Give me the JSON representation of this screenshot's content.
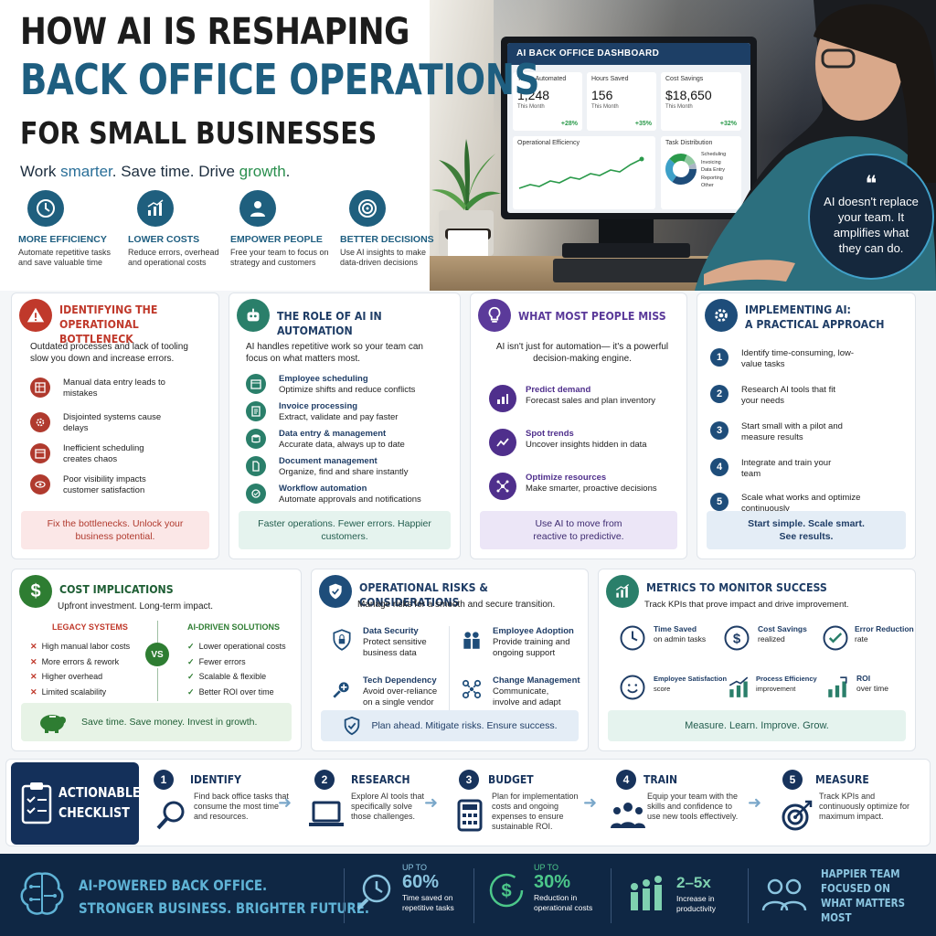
{
  "hero": {
    "title_line1": "HOW AI IS RESHAPING",
    "title_line2": "BACK OFFICE OPERATIONS",
    "title_line3": "FOR SMALL BUSINESSES",
    "tagline_a": "Work ",
    "tagline_b": "smarter",
    "tagline_c": ". Save time. Drive ",
    "tagline_d": "growth",
    "tagline_e": ".",
    "quote": "AI doesn't replace your team. It amplifies what they can do.",
    "benefits": [
      {
        "title": "MORE EFFICIENCY",
        "desc": "Automate repetitive tasks and save valuable time",
        "icon": "clock-icon"
      },
      {
        "title": "LOWER COSTS",
        "desc": "Reduce errors, overhead and operational costs",
        "icon": "chart-up-icon"
      },
      {
        "title": "EMPOWER PEOPLE",
        "desc": "Free your team to focus on strategy and customers",
        "icon": "person-icon"
      },
      {
        "title": "BETTER DECISIONS",
        "desc": "Use AI insights to make data-driven decisions",
        "icon": "target-icon"
      }
    ]
  },
  "dashboard": {
    "title": "AI BACK OFFICE DASHBOARD",
    "kpis": [
      {
        "label": "Tasks Automated",
        "value": "1,248",
        "period": "This Month",
        "delta": "+28%"
      },
      {
        "label": "Hours Saved",
        "value": "156",
        "period": "This Month",
        "delta": "+35%"
      },
      {
        "label": "Cost Savings",
        "value": "$18,650",
        "period": "This Month",
        "delta": "+32%"
      }
    ],
    "efficiency_label": "Operational Efficiency",
    "distribution_label": "Task Distribution",
    "distribution_items": [
      "Scheduling",
      "Invoicing",
      "Data Entry",
      "Reporting",
      "Other"
    ]
  },
  "bottleneck": {
    "title": "IDENTIFYING THE OPERATIONAL BOTTLENECK",
    "title_a": "IDENTIFYING THE",
    "title_b": "OPERATIONAL BOTTLENECK",
    "intro": "Outdated processes and lack of tooling slow you down and increase errors.",
    "items": [
      "Manual data entry leads to mistakes",
      "Disjointed systems cause delays",
      "Inefficient scheduling creates chaos",
      "Poor visibility impacts customer satisfaction"
    ],
    "footer": "Fix the bottlenecks. Unlock your business potential.",
    "color": "#c0392b"
  },
  "role": {
    "title": "THE ROLE OF AI IN AUTOMATION",
    "intro": "AI handles repetitive work so your team can focus on what matters most.",
    "items": [
      {
        "h": "Employee scheduling",
        "d": "Optimize shifts and reduce conflicts"
      },
      {
        "h": "Invoice processing",
        "d": "Extract, validate and pay faster"
      },
      {
        "h": "Data entry & management",
        "d": "Accurate data, always up to date"
      },
      {
        "h": "Document management",
        "d": "Organize, find and share instantly"
      },
      {
        "h": "Workflow automation",
        "d": "Automate approvals and notifications"
      }
    ],
    "footer": "Faster operations. Fewer errors. Happier customers.",
    "color": "#2a7f6a"
  },
  "miss": {
    "title": "WHAT MOST PEOPLE MISS",
    "intro": "AI isn't just for automation— it's a powerful decision-making engine.",
    "items": [
      {
        "h": "Predict demand",
        "d": "Forecast sales and plan inventory"
      },
      {
        "h": "Spot trends",
        "d": "Uncover insights hidden in data"
      },
      {
        "h": "Optimize resources",
        "d": "Make smarter, proactive decisions"
      }
    ],
    "footer": "Use AI to move from reactive to predictive.",
    "color": "#5b3a9a"
  },
  "implement": {
    "title_a": "IMPLEMENTING AI:",
    "title_b": "A PRACTICAL APPROACH",
    "items": [
      "Identify time-consuming, low-value tasks",
      "Research AI tools that fit your needs",
      "Start small with a pilot and measure results",
      "Integrate and train your team",
      "Scale what works and optimize continuously"
    ],
    "numbers": [
      "1",
      "2",
      "3",
      "4",
      "5"
    ],
    "footer": "Start simple. Scale smart. See results.",
    "color": "#1e4d7a"
  },
  "cost": {
    "title": "COST IMPLICATIONS",
    "intro": "Upfront investment. Long-term impact.",
    "legacy_title": "LEGACY SYSTEMS",
    "legacy": [
      "High manual labor costs",
      "More errors & rework",
      "Higher overhead",
      "Limited scalability"
    ],
    "ai_title": "AI-DRIVEN SOLUTIONS",
    "ai": [
      "Lower operational costs",
      "Fewer errors",
      "Scalable & flexible",
      "Better ROI over time"
    ],
    "vs": "VS",
    "cross": "✕",
    "check": "✓",
    "footer": "Save time. Save money. Invest in growth.",
    "color": "#2e7d32"
  },
  "risks": {
    "title": "OPERATIONAL RISKS & CONSIDERATIONS",
    "intro": "Manage risks for a smooth and secure transition.",
    "items": [
      {
        "h": "Data Security",
        "d": "Protect sensitive business data"
      },
      {
        "h": "Employee Adoption",
        "d": "Provide training and ongoing support"
      },
      {
        "h": "Tech Dependency",
        "d": "Avoid over-reliance on a single vendor"
      },
      {
        "h": "Change Management",
        "d": "Communicate, involve and adapt"
      }
    ],
    "footer": "Plan ahead. Mitigate risks. Ensure success.",
    "color": "#1e4d7a"
  },
  "metrics": {
    "title": "METRICS TO MONITOR SUCCESS",
    "intro": "Track KPIs that prove impact and drive improvement.",
    "items": [
      {
        "h": "Time Saved",
        "d": "on admin tasks"
      },
      {
        "h": "Cost Savings",
        "d": "realized"
      },
      {
        "h": "Error Reduction",
        "d": "rate"
      },
      {
        "h": "Employee Satisfaction",
        "d": "score"
      },
      {
        "h": "Process Efficiency",
        "d": "improvement"
      },
      {
        "h": "ROI",
        "d": "over time"
      }
    ],
    "footer": "Measure. Learn. Improve. Grow.",
    "color": "#2a7f6a"
  },
  "checklist": {
    "badge_a": "ACTIONABLE",
    "badge_b": "CHECKLIST",
    "steps": [
      {
        "n": "1",
        "t": "IDENTIFY",
        "d": "Find back office tasks that consume the most time and resources."
      },
      {
        "n": "2",
        "t": "RESEARCH",
        "d": "Explore AI tools that specifically solve those challenges."
      },
      {
        "n": "3",
        "t": "BUDGET",
        "d": "Plan for implementation costs and ongoing expenses to ensure sustainable ROI."
      },
      {
        "n": "4",
        "t": "TRAIN",
        "d": "Equip your team with the skills and confidence to use new tools effectively."
      },
      {
        "n": "5",
        "t": "MEASURE",
        "d": "Track KPIs and continuously optimize for maximum impact."
      }
    ],
    "arrow": "➜"
  },
  "banner": {
    "line1": "AI-POWERED BACK OFFICE.",
    "line2": "STRONGER BUSINESS. BRIGHTER FUTURE.",
    "stats": [
      {
        "pre": "UP TO",
        "v": "60%",
        "d": "Time saved on repetitive tasks"
      },
      {
        "pre": "UP TO",
        "v": "30%",
        "d": "Reduction in operational costs"
      },
      {
        "pre": "",
        "v": "2–5x",
        "d": "Increase in productivity"
      }
    ],
    "last": "HAPPIER TEAM FOCUSED ON WHAT MATTERS MOST"
  }
}
